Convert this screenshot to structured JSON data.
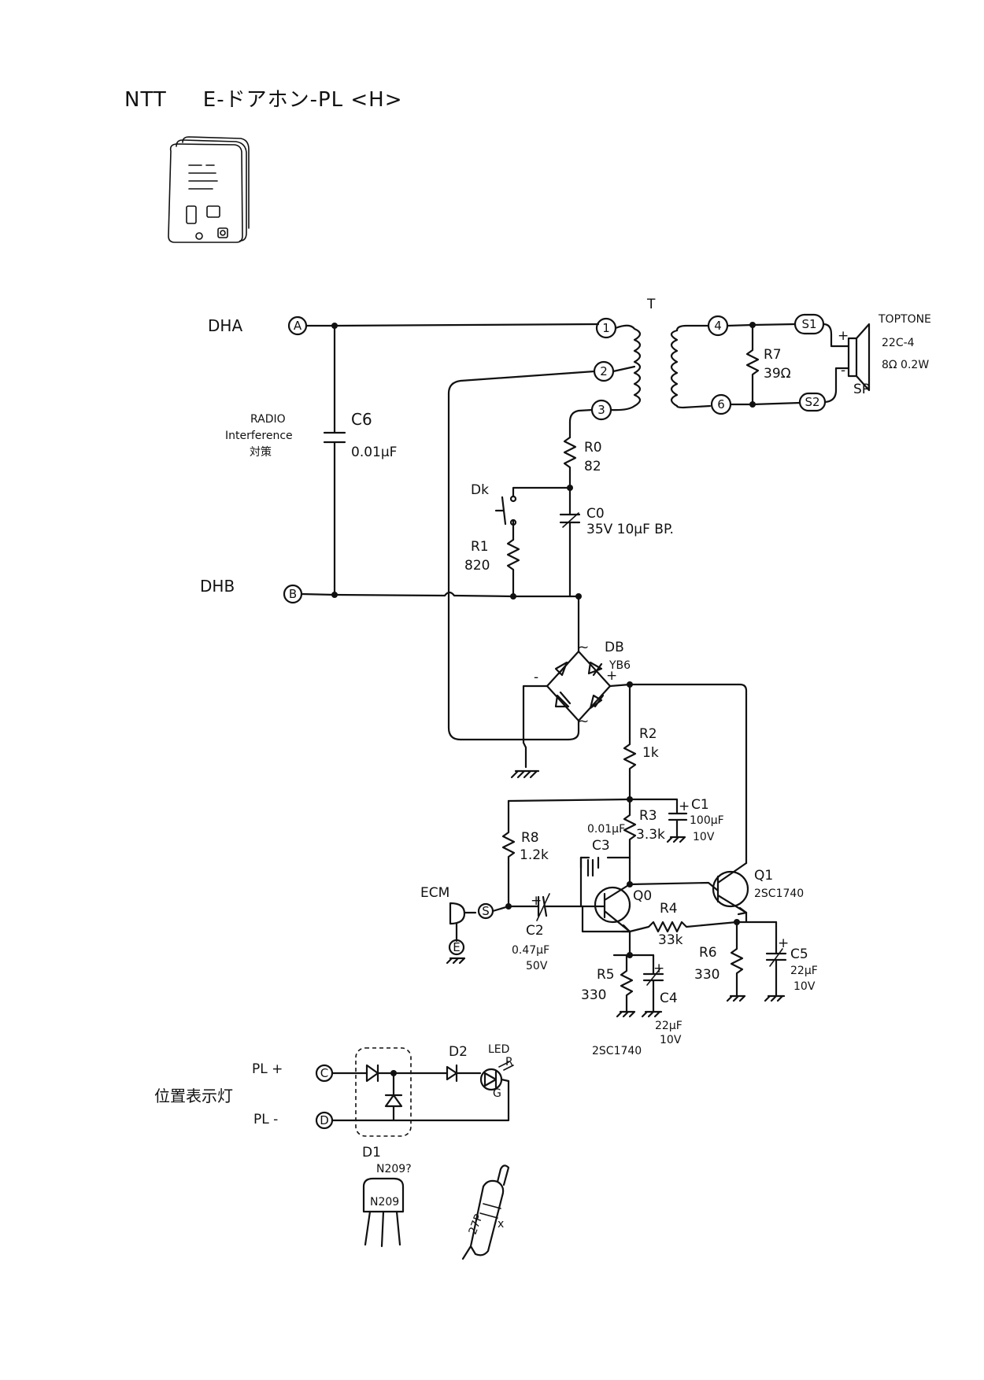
{
  "title": {
    "brand": "NTT",
    "model": "E-ドアホン-PL <H>"
  },
  "nodes": {
    "A": "A",
    "B": "B",
    "C": "C",
    "D": "D",
    "E": "E",
    "S": "S",
    "t1": "1",
    "t2": "2",
    "t3": "3",
    "t4": "4",
    "t6": "6",
    "s1": "S1",
    "s2": "S2"
  },
  "labels": {
    "dha": "DHA",
    "dhb": "DHB",
    "transformer": "T",
    "c6_note_1": "RADIO",
    "c6_note_2": "Interference",
    "c6_note_3": "対策",
    "c6_name": "C6",
    "c6_value": "0.01μF",
    "r7_name": "R7",
    "r7_value": "39Ω",
    "speaker_brand": "TOPTONE",
    "speaker_model": "22C-4",
    "speaker_rating": "8Ω 0.2W",
    "speaker_name": "SP",
    "speaker_plus": "+",
    "speaker_minus": "-",
    "r0_name": "R0",
    "r0_value": "82",
    "dk": "Dk",
    "c0_name": "C0",
    "c0_value": "35V 10μF BP.",
    "r1_name": "R1",
    "r1_value": "820",
    "db_name": "DB",
    "db_model": "YB6",
    "db_ac_top": "~",
    "db_ac_bottom": "~",
    "db_plus": "+",
    "db_minus": "-",
    "r2_name": "R2",
    "r2_value": "1k",
    "c1_name": "C1",
    "c1_value": "100μF",
    "c1_voltage": "10V",
    "r3_name": "R3",
    "r3_value": "3.3k",
    "c3_value": "0.01μF",
    "c3_name": "C3",
    "r8_name": "R8",
    "r8_value": "1.2k",
    "q1_name": "Q1",
    "q1_model": "2SC1740",
    "ecm": "ECM",
    "c2_name": "C2",
    "c2_value": "0.47μF",
    "c2_voltage": "50V",
    "q0_name": "Q0",
    "r4_name": "R4",
    "r4_value": "33k",
    "r6_name": "R6",
    "r6_value": "330",
    "c5_name": "C5",
    "c5_value": "22μF",
    "c5_voltage": "10V",
    "r5_name": "R5",
    "r5_value": "330",
    "c4_name": "C4",
    "c4_value": "22μF",
    "c4_voltage": "10V",
    "q0_model": "2SC1740",
    "pl_plus": "PL +",
    "pl_minus": "PL -",
    "indicator_lamp": "位置表示灯",
    "d2_name": "D2",
    "led_name": "LED",
    "led_r": "R",
    "led_g": "G",
    "d1_name": "D1",
    "d1_model": "N209?",
    "n209_body": "N209",
    "d27p_body": "27P",
    "d27p_mark": "x"
  },
  "colors": {
    "ink": "#111111",
    "paper": "#ffffff"
  }
}
